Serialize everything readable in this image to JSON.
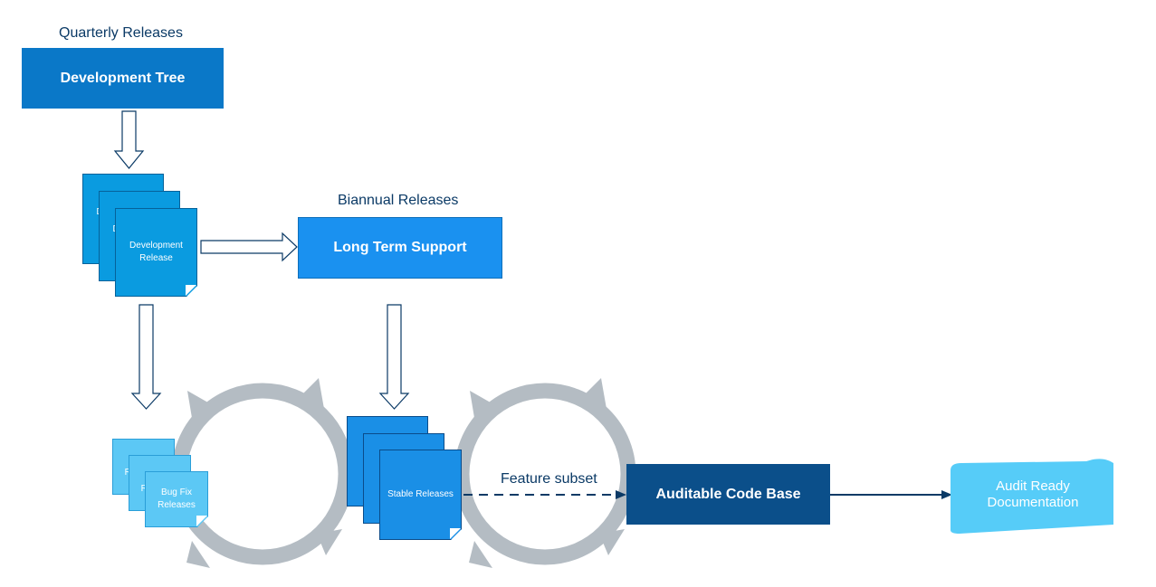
{
  "labels": {
    "quarterly": "Quarterly Releases",
    "biannual": "Biannual Releases",
    "feature_subset": "Feature subset"
  },
  "boxes": {
    "dev_tree": "Development Tree",
    "lts": "Long Term Support",
    "auditable": "Auditable Code Base",
    "audit_docs": "Audit Ready Documentation"
  },
  "docs": {
    "dev_back_1": "Development Release",
    "dev_back_2": "Development Release",
    "dev_front": "Development Release",
    "stable_back_1": "",
    "stable_back_2": "",
    "stable_front": "Stable Releases",
    "bug_back_1": "Bug Fix Releases",
    "bug_back_2": "Bug Fix Releases",
    "bug_front": "Bug Fix Releases"
  },
  "colors": {
    "dev_tree": "#0a78c8",
    "lts": "#1a91f0",
    "auditable": "#0b4f8a",
    "audit_docs": "#56ccf8",
    "cycle": "#b4bcc3",
    "connector": "#0b3a66"
  }
}
